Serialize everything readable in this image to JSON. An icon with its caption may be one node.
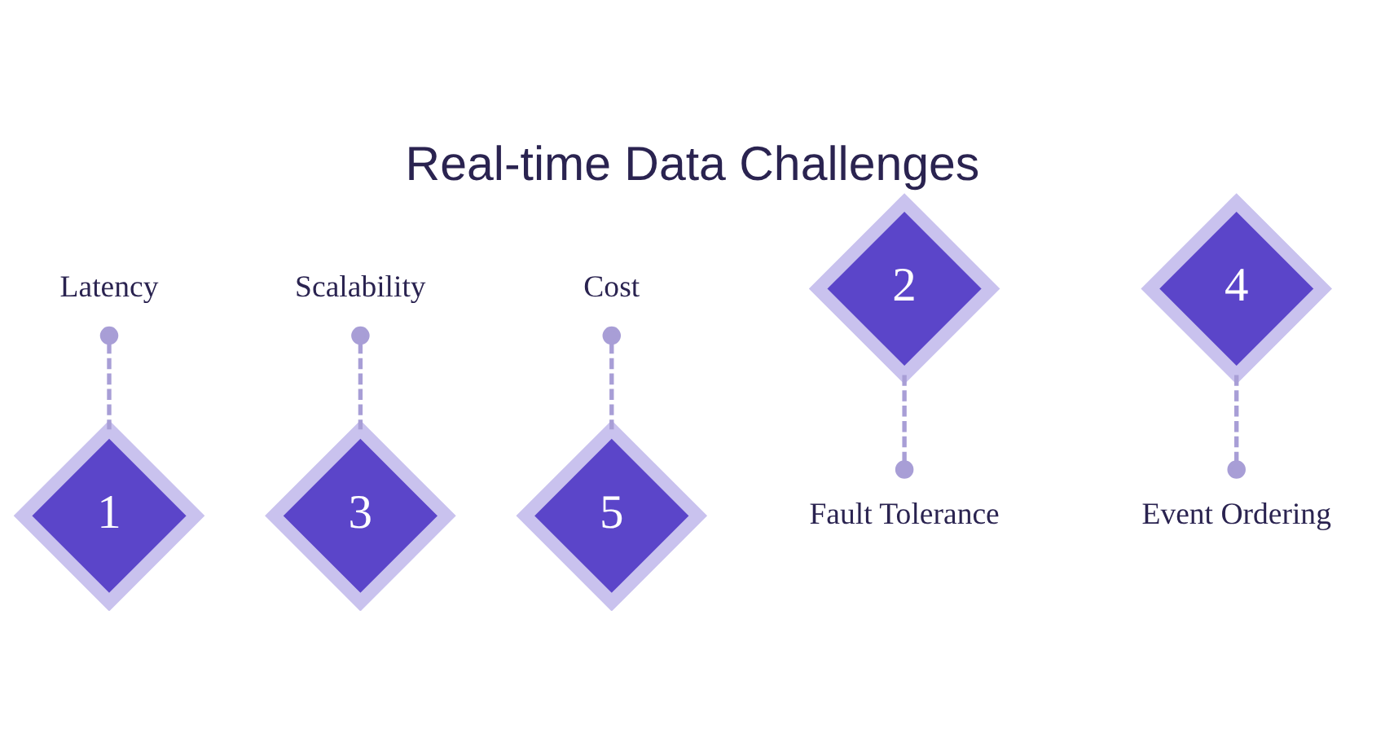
{
  "diagram": {
    "title": "Real-time Data Challenges",
    "nodes": [
      {
        "text": [
          "Latency"
        ]
      },
      {
        "text": [
          "Scalability"
        ]
      },
      {
        "text": [
          "Cost"
        ]
      },
      {
        "text": [
          "1"
        ]
      },
      {
        "text": [
          "2"
        ]
      },
      {
        "text": [
          "3"
        ]
      },
      {
        "text": [
          "4"
        ]
      },
      {
        "text": [
          "5"
        ]
      },
      {
        "text": [
          "Fault Tolerance"
        ]
      },
      {
        "text": [
          "Event Ordering"
        ]
      }
    ],
    "edges": [
      {
        "from": 0,
        "to": 3,
        "arrow": "other",
        "style": "dashed"
      },
      {
        "from": 1,
        "to": 5,
        "arrow": "other",
        "style": "dashed"
      },
      {
        "from": 2,
        "to": 7,
        "arrow": "other",
        "style": "dashed"
      },
      {
        "from": 4,
        "to": 8,
        "arrow": "other",
        "style": "dashed"
      },
      {
        "from": 6,
        "to": 9,
        "arrow": "other",
        "style": "dashed"
      }
    ]
  }
}
